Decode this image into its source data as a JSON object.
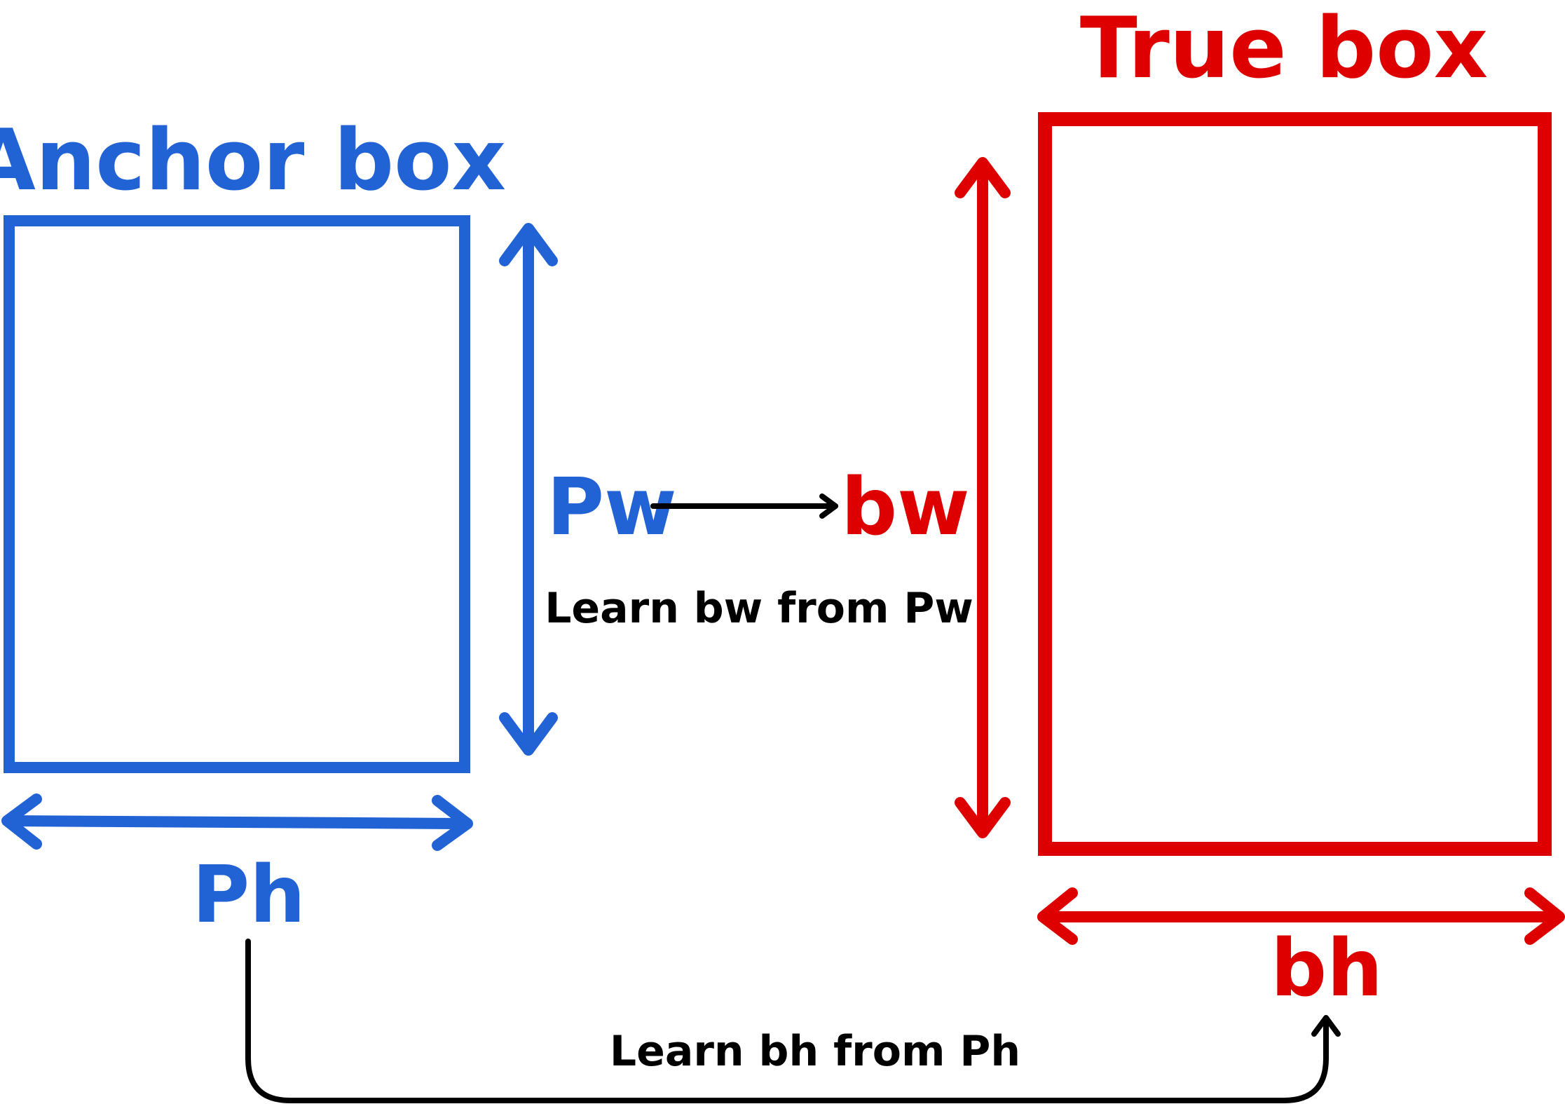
{
  "colors": {
    "anchor": "#2162d4",
    "truebox": "#de0000",
    "annotation": "#000000",
    "background": "#ffffff"
  },
  "anchor": {
    "title": "Anchor box",
    "width_label": "Pw",
    "height_label": "Ph"
  },
  "truebox": {
    "title": "True box",
    "width_label": "bw",
    "height_label": "bh"
  },
  "relations": {
    "width_caption": "Learn bw from Pw",
    "height_caption": "Learn bh from Ph"
  }
}
